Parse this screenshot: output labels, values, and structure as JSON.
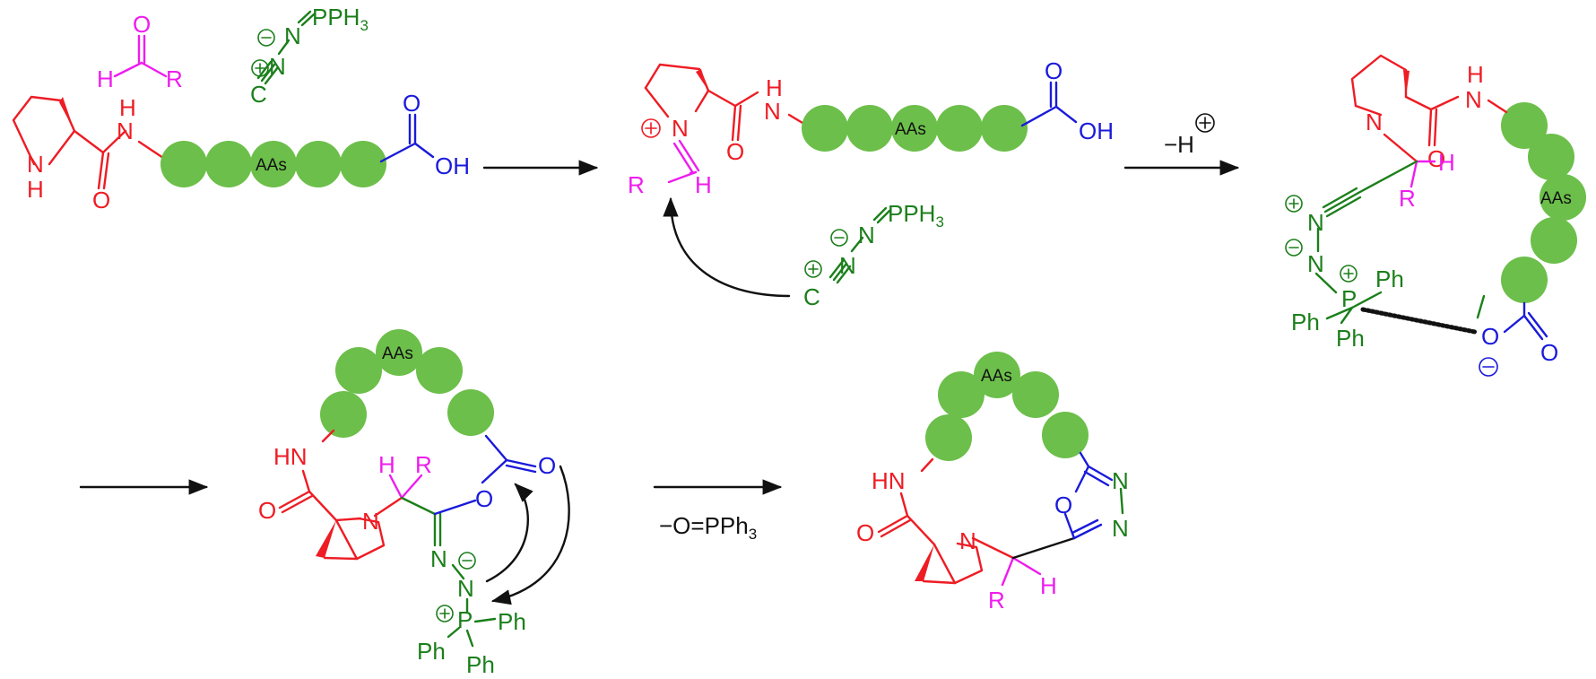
{
  "labels": {
    "nh": "N",
    "h": "H",
    "o": "O",
    "oh": "OH",
    "hn": "HN",
    "n": "N",
    "r": "R",
    "c": "C",
    "p": "P",
    "pph3": "PPH",
    "sub3": "3",
    "ph": "Ph",
    "aas": "AAs",
    "plus": "+",
    "minus": "−"
  },
  "arrows": {
    "step2_label_pre": "−H",
    "step5_label": "−O=PPh",
    "step5_sub": "3"
  },
  "colors": {
    "proline": "#ee1c24",
    "acid": "#1a1adb",
    "isocyanide": "#1b7f1b",
    "aldehyde": "#ee1cee",
    "peptide_bead": "#6cbf4a",
    "arrow": "#111111"
  }
}
